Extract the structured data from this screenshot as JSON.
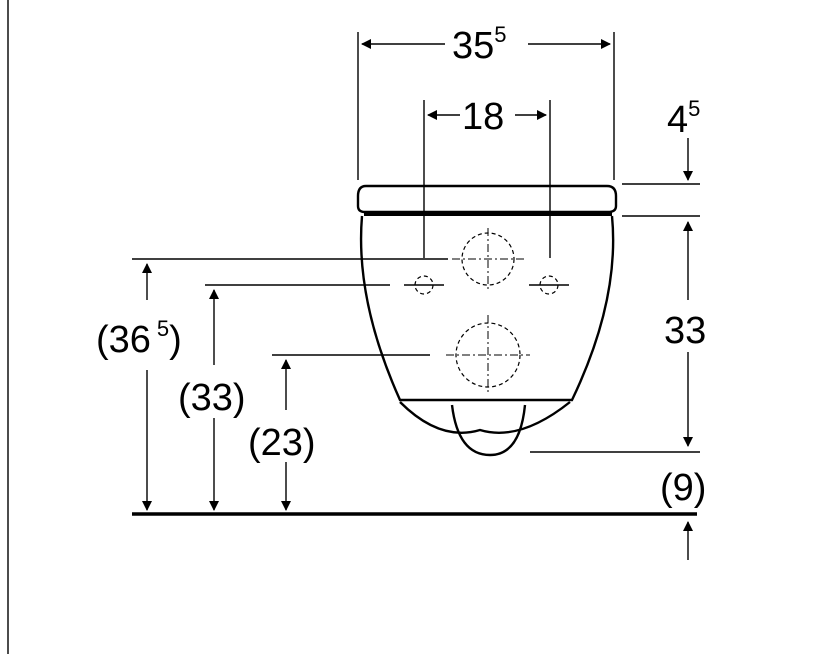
{
  "dimensions": {
    "top_width": {
      "value": "35",
      "sup": "5"
    },
    "hole_spacing": {
      "value": "18"
    },
    "seat_thickness": {
      "value": "4",
      "sup": "5"
    },
    "bowl_height": {
      "value": "33"
    },
    "bottom_gap": {
      "value": "(9)"
    },
    "overall_height": {
      "open": "(36",
      "sup": "5",
      "close": ")"
    },
    "fixing_height": {
      "value": "(33)"
    },
    "outlet_height": {
      "value": "(23)"
    }
  }
}
